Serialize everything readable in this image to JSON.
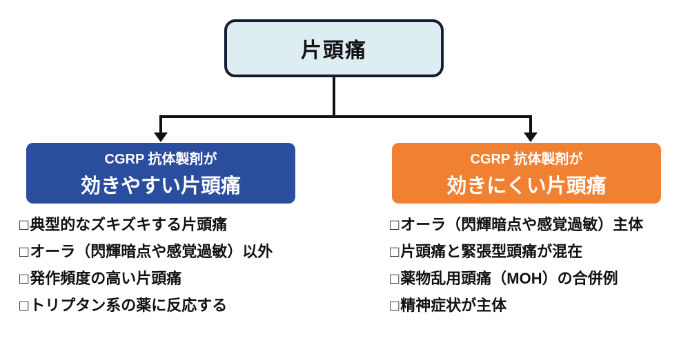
{
  "root": {
    "label": "片頭痛"
  },
  "bullet_glyph": "□",
  "left": {
    "title_line1": "CGRP 抗体製剤が",
    "title_line2": "効きやすい片頭痛",
    "items": [
      "典型的なズキズキする片頭痛",
      "オーラ（閃輝暗点や感覚過敏）以外",
      "発作頻度の高い片頭痛",
      "トリプタン系の薬に反応する"
    ]
  },
  "right": {
    "title_line1": "CGRP 抗体製剤が",
    "title_line2": "効きにくい片頭痛",
    "items": [
      "オーラ（閃輝暗点や感覚過敏）主体",
      "片頭痛と緊張型頭痛が混在",
      "薬物乱用頭痛（MOH）の合併例",
      "精神症状が主体"
    ]
  },
  "colors": {
    "root_fill": "#ddedf2",
    "root_border": "#131c33",
    "left_branch_fill": "#2b4d9e",
    "right_branch_fill": "#f08032",
    "connector_line": "#111111",
    "text": "#111111"
  }
}
